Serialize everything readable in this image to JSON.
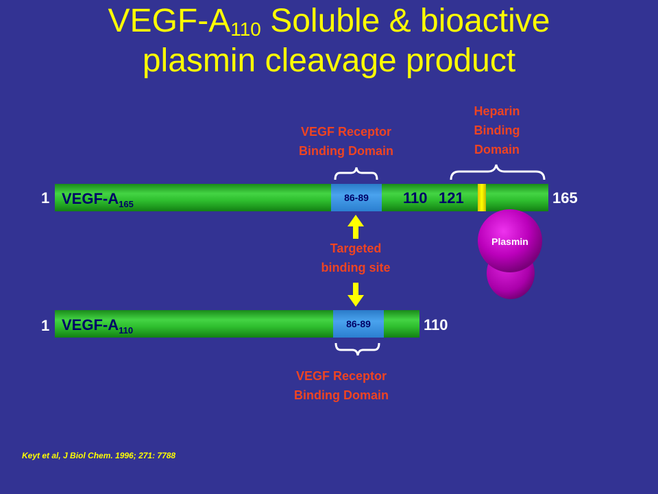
{
  "title": {
    "line1_prefix": "VEGF-A",
    "line1_sub": "110",
    "line1_suffix": " Soluble & bioactive",
    "line2": "plasmin cleavage product"
  },
  "top_molecule": {
    "name": "VEGF-A",
    "name_sub": "165",
    "start": "1",
    "end": "165",
    "receptor_site": "86-89",
    "mark_110": "110",
    "mark_121": "121"
  },
  "bottom_molecule": {
    "name": "VEGF-A",
    "name_sub": "110",
    "start": "1",
    "end": "110",
    "receptor_site": "86-89"
  },
  "annotations": {
    "receptor_domain_top_l1": "VEGF Receptor",
    "receptor_domain_top_l2": "Binding Domain",
    "heparin_l1": "Heparin",
    "heparin_l2": "Binding",
    "heparin_l3": "Domain",
    "targeted_l1": "Targeted",
    "targeted_l2": "binding site",
    "receptor_domain_bottom_l1": "VEGF Receptor",
    "receptor_domain_bottom_l2": "Binding Domain",
    "plasmin": "Plasmin"
  },
  "citation": "Keyt et al, J Biol Chem. 1996; 271: 7788",
  "colors": {
    "background": "#333393",
    "title": "#ffff00",
    "annotation": "#ee4422",
    "bar_green": "#2fbf2f",
    "segment_blue": "#4aa3ee",
    "cleavage_yellow": "#ffff00",
    "plasmin_magenta": "#cc00cc"
  }
}
